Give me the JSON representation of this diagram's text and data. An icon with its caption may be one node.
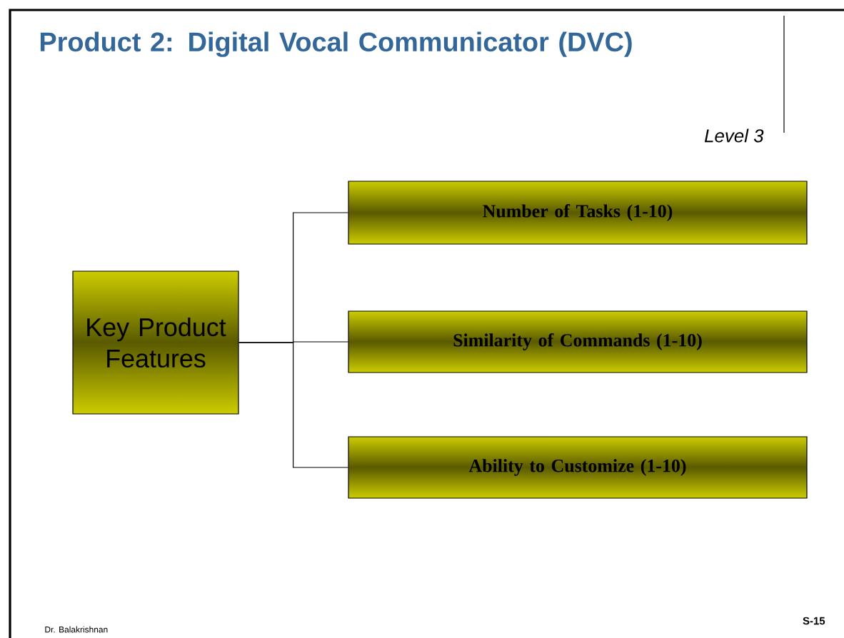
{
  "diagram": {
    "title": "Product 2: Digital Vocal Communicator (DVC)",
    "nodes": [
      {
        "text": [
          "Key Product Features"
        ]
      },
      {
        "text": [
          "Number of Tasks (1-10)"
        ]
      },
      {
        "text": [
          "Similarity of Commands (1-10)"
        ]
      },
      {
        "text": [
          "Ability to Customize (1-10)"
        ]
      }
    ],
    "edges": [
      {
        "from": 0,
        "to": 1,
        "arrow": "none"
      },
      {
        "from": 0,
        "to": 2,
        "arrow": "none"
      },
      {
        "from": 0,
        "to": 3,
        "arrow": "none"
      }
    ],
    "labels": [
      "Level 3",
      "Dr. Balakrishnan",
      "S-15"
    ]
  }
}
